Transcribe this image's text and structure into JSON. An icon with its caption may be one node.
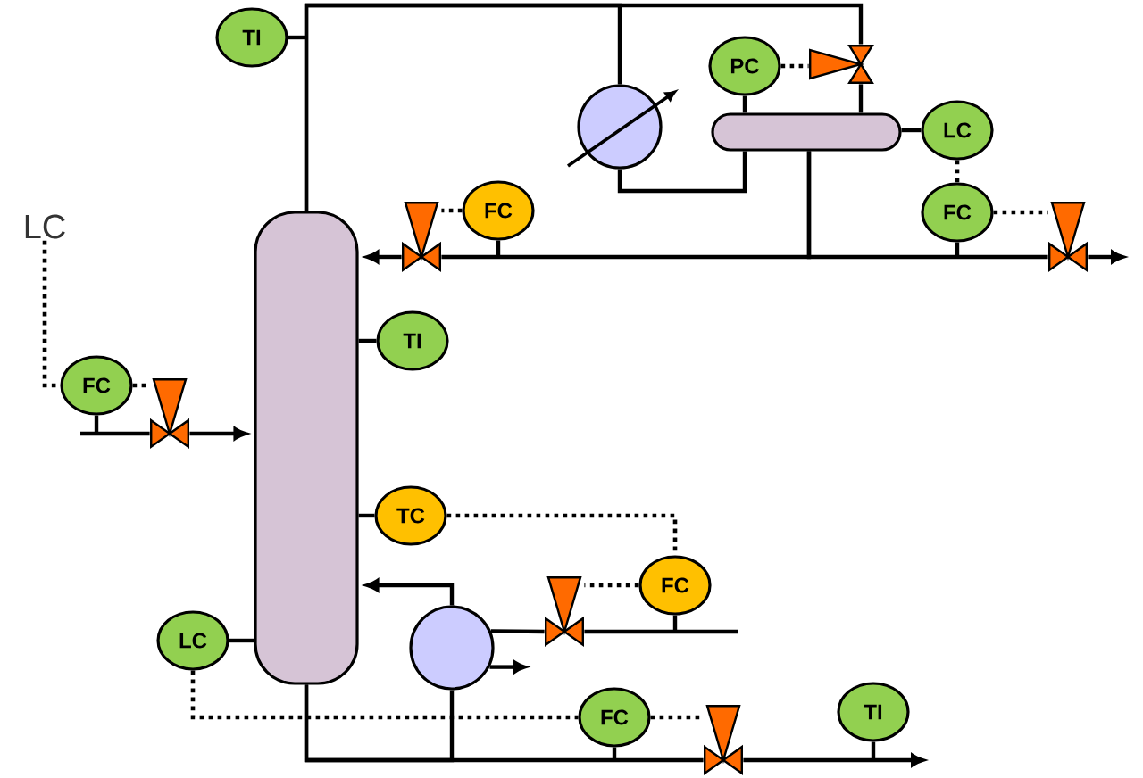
{
  "diagram": {
    "nodes": [
      {
        "text": [
          "TI"
        ]
      },
      {
        "text": [
          "PC"
        ]
      },
      {
        "text": [],
        "shape": "valve"
      },
      {
        "text": [],
        "shape": "circle"
      },
      {
        "text": [],
        "shape": "cylinder"
      },
      {
        "text": [
          "LC"
        ]
      },
      {
        "text": [
          "FC"
        ]
      },
      {
        "text": [],
        "shape": "valve"
      },
      {
        "text": [
          "FC"
        ]
      },
      {
        "text": [],
        "shape": "valve"
      },
      {
        "text": [
          "LC"
        ]
      },
      {
        "text": [],
        "shape": "cylinder"
      },
      {
        "text": [
          "TI"
        ]
      },
      {
        "text": [
          "FC"
        ]
      },
      {
        "text": [],
        "shape": "valve"
      },
      {
        "text": [
          "TC"
        ]
      },
      {
        "text": [
          "FC"
        ]
      },
      {
        "text": [],
        "shape": "valve"
      },
      {
        "text": [],
        "shape": "circle"
      },
      {
        "text": [
          "LC"
        ]
      },
      {
        "text": [
          "FC"
        ]
      },
      {
        "text": [],
        "shape": "valve"
      },
      {
        "text": [
          "TI"
        ]
      }
    ],
    "edges": [
      {
        "from": 11,
        "to": 3,
        "arrow": "none"
      },
      {
        "from": 11,
        "to": 2,
        "arrow": "none"
      },
      {
        "from": 2,
        "to": 4,
        "arrow": "none"
      },
      {
        "from": 3,
        "to": 4,
        "arrow": "none"
      },
      {
        "from": 4,
        "to": 7,
        "arrow": "none"
      },
      {
        "from": 7,
        "to": 11,
        "arrow": "to"
      },
      {
        "from": 4,
        "to": 9,
        "arrow": "none"
      },
      {
        "from": 9,
        "to": null,
        "arrow": "to"
      },
      {
        "from": null,
        "to": 14,
        "arrow": "none"
      },
      {
        "from": 14,
        "to": 11,
        "arrow": "to"
      },
      {
        "from": 11,
        "to": 18,
        "arrow": "none"
      },
      {
        "from": 18,
        "to": 11,
        "arrow": "to"
      },
      {
        "from": 11,
        "to": 21,
        "arrow": "none"
      },
      {
        "from": 21,
        "to": null,
        "arrow": "to"
      },
      {
        "from": null,
        "to": 17,
        "arrow": "none"
      },
      {
        "from": 17,
        "to": 18,
        "arrow": "none"
      },
      {
        "from": 18,
        "to": null,
        "arrow": "to"
      },
      {
        "from": 0,
        "to": null,
        "arrow": "none"
      },
      {
        "from": 1,
        "to": 4,
        "arrow": "none"
      },
      {
        "from": 5,
        "to": 4,
        "arrow": "none"
      },
      {
        "from": 6,
        "to": null,
        "arrow": "none"
      },
      {
        "from": 8,
        "to": null,
        "arrow": "none"
      },
      {
        "from": 12,
        "to": 11,
        "arrow": "none"
      },
      {
        "from": 13,
        "to": null,
        "arrow": "none"
      },
      {
        "from": 15,
        "to": 11,
        "arrow": "none"
      },
      {
        "from": 16,
        "to": null,
        "arrow": "none"
      },
      {
        "from": 19,
        "to": 11,
        "arrow": "none"
      },
      {
        "from": 20,
        "to": null,
        "arrow": "none"
      },
      {
        "from": 22,
        "to": null,
        "arrow": "none"
      },
      {
        "from": 1,
        "to": 2,
        "arrow": "none",
        "style": "dashed"
      },
      {
        "from": 5,
        "to": 8,
        "arrow": "none",
        "style": "dashed"
      },
      {
        "from": 8,
        "to": 9,
        "arrow": "none",
        "style": "dashed"
      },
      {
        "from": 6,
        "to": 7,
        "arrow": "none",
        "style": "dashed"
      },
      {
        "from": 10,
        "to": 13,
        "arrow": "none",
        "style": "dashed"
      },
      {
        "from": 13,
        "to": 14,
        "arrow": "none",
        "style": "dashed"
      },
      {
        "from": 15,
        "to": 16,
        "arrow": "none",
        "style": "dashed"
      },
      {
        "from": 16,
        "to": 17,
        "arrow": "none",
        "style": "dashed"
      },
      {
        "from": 19,
        "to": 20,
        "arrow": "none",
        "style": "dashed"
      },
      {
        "from": 20,
        "to": 21,
        "arrow": "none",
        "style": "dashed"
      }
    ]
  }
}
